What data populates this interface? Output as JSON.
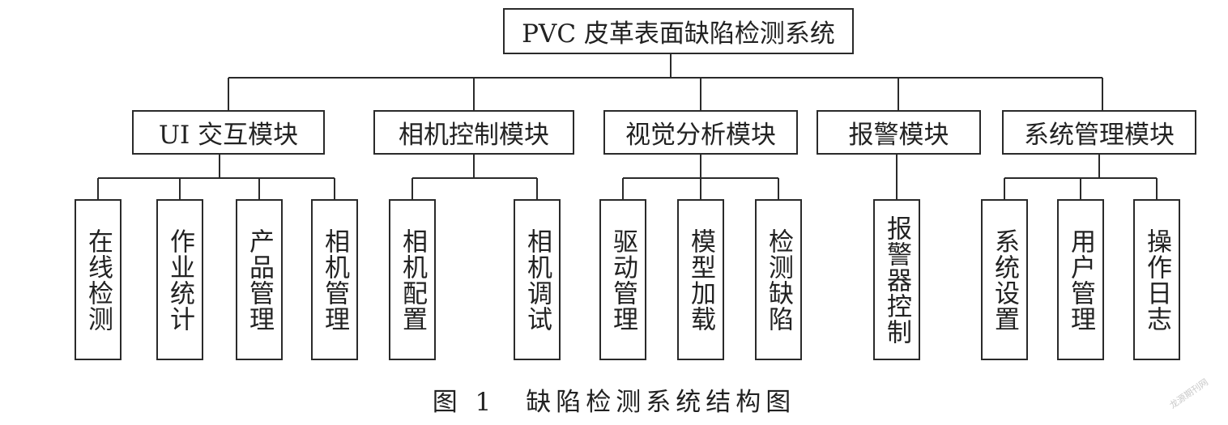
{
  "root": {
    "label": "PVC 皮革表面缺陷检测系统"
  },
  "modules": [
    {
      "label": "UI 交互模块",
      "children": [
        "在线检测",
        "作业统计",
        "产品管理",
        "相机管理"
      ]
    },
    {
      "label": "相机控制模块",
      "children": [
        "相机配置",
        "相机调试"
      ]
    },
    {
      "label": "视觉分析模块",
      "children": [
        "驱动管理",
        "模型加载",
        "检测缺陷"
      ]
    },
    {
      "label": "报警模块",
      "children": [
        "报警器控制"
      ]
    },
    {
      "label": "系统管理模块",
      "children": [
        "系统设置",
        "用户管理",
        "操作日志"
      ]
    }
  ],
  "caption": "图 1　缺陷检测系统结构图",
  "watermark": "龙源期刊网",
  "colors": {
    "line": "#2a2a2a",
    "background": "#ffffff"
  }
}
